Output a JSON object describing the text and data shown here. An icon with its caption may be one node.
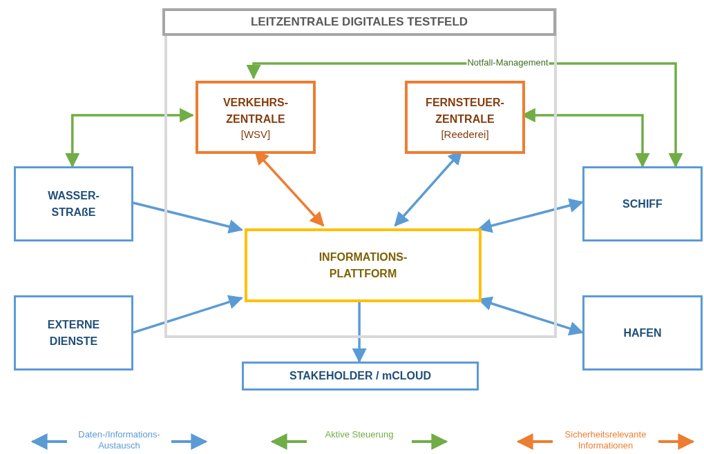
{
  "diagram": {
    "nodes": [
      {
        "text": [
          "LEITZENTRALE DIGITALES TESTFELD"
        ]
      },
      {
        "text": [
          "VERKEHRS- ZENTRALE",
          "[WSV]"
        ],
        "in": 0
      },
      {
        "text": [
          "FERNSTEUER- ZENTRALE",
          "[Reederei]"
        ],
        "in": 0
      },
      {
        "text": [
          "WASSER- STRAßE"
        ]
      },
      {
        "text": [
          "INFORMATIONS- PLATTFORM"
        ],
        "in": 0
      },
      {
        "text": [
          "SCHIFF"
        ]
      },
      {
        "text": [
          "EXTERNE DIENSTE"
        ]
      },
      {
        "text": [
          "HAFEN"
        ]
      },
      {
        "text": [
          "STAKEHOLDER / mCLOUD"
        ]
      }
    ],
    "edges": [
      {
        "from": 5,
        "to": 1,
        "arrow": "both",
        "label": "Notfall-Management",
        "color": "#70ad47"
      },
      {
        "from": 3,
        "to": 1,
        "arrow": "both",
        "color": "#70ad47"
      },
      {
        "from": 2,
        "to": 5,
        "arrow": "both",
        "color": "#70ad47"
      },
      {
        "from": 1,
        "to": 4,
        "arrow": "both",
        "color": "#ed7d31"
      },
      {
        "from": 2,
        "to": 4,
        "arrow": "both"
      },
      {
        "from": 3,
        "to": 4,
        "arrow": "to"
      },
      {
        "from": 6,
        "to": 4,
        "arrow": "to"
      },
      {
        "from": 5,
        "to": 4,
        "arrow": "both"
      },
      {
        "from": 7,
        "to": 4,
        "arrow": "both"
      },
      {
        "from": 4,
        "to": 8,
        "arrow": "to"
      }
    ],
    "legend": [
      {
        "text": "Daten-/Informations- Austausch",
        "color": "#5b9bd5"
      },
      {
        "text": "Aktive Steuerung",
        "color": "#70ad47"
      },
      {
        "text": "Sicherheitsrelevante Informationen",
        "color": "#ed7d31"
      }
    ]
  }
}
